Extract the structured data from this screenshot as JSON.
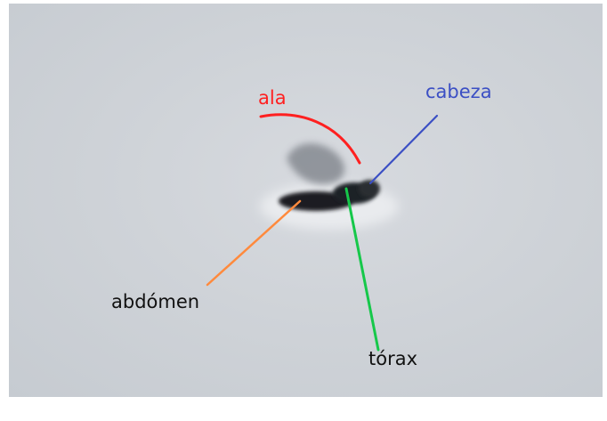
{
  "labels": {
    "ala": "ala",
    "cabeza": "cabeza",
    "abdomen": "abdómen",
    "torax": "tórax"
  },
  "colors": {
    "ala": "#ff2020",
    "cabeza": "#3b4fc4",
    "abdomen": "#ff8a3d",
    "torax": "#16c84a",
    "text_dark": "#111111"
  }
}
